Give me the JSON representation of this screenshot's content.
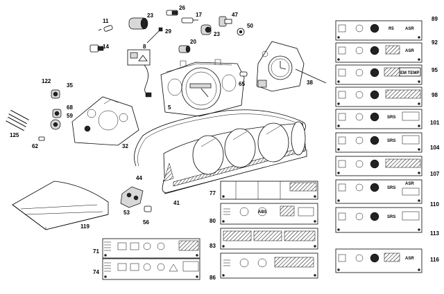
{
  "callouts": {
    "c11": "11",
    "c14": "14",
    "c23a": "23",
    "c26": "26",
    "c17": "17",
    "c47": "47",
    "c50": "50",
    "c29": "29",
    "c8": "8",
    "c20": "20",
    "c23b": "23",
    "c65": "65",
    "c38": "38",
    "c5": "5",
    "c122": "122",
    "c35": "35",
    "c68": "68",
    "c59": "59",
    "c125": "125",
    "c62": "62",
    "c32": "32",
    "c44": "44",
    "c41": "41",
    "c53": "53",
    "c56": "56",
    "c119": "119",
    "c71": "71",
    "c74": "74",
    "c77": "77",
    "c80": "80",
    "c83": "83",
    "c86": "86",
    "c89": "89",
    "c92": "92",
    "c95": "95",
    "c98": "98",
    "c101": "101",
    "c104": "104",
    "c107": "107",
    "c110": "110",
    "c113": "113",
    "c116": "116"
  },
  "strip_labels": {
    "asr": "ASR",
    "r5": "R5",
    "emtemp": "EM TEMP",
    "srs": "SRS",
    "abs": "ABS"
  }
}
